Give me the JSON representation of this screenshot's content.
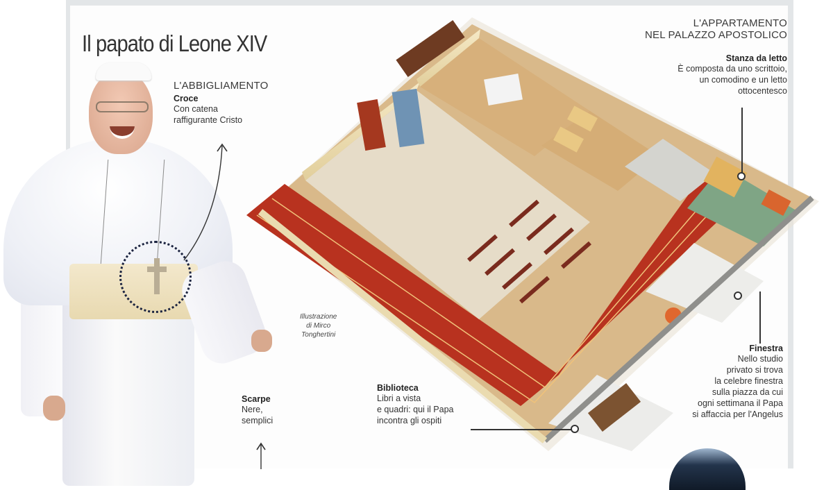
{
  "title": "Il papato di Leone XIV",
  "attire": {
    "heading": "L'ABBIGLIAMENTO",
    "cross": {
      "label": "Croce",
      "lines": [
        "Con catena",
        "raffigurante Cristo"
      ]
    },
    "shoes": {
      "label": "Scarpe",
      "lines": [
        "Nere,",
        "semplici"
      ]
    }
  },
  "apartment": {
    "heading_lines": [
      "L'APPARTAMENTO",
      "NEL PALAZZO APOSTOLICO"
    ],
    "bedroom": {
      "label": "Stanza da letto",
      "lines": [
        "È composta da uno scrittoio,",
        "un comodino e un letto",
        "ottocentesco"
      ]
    },
    "window": {
      "label": "Finestra",
      "lines": [
        "Nello studio",
        "privato si trova",
        "la celebre finestra",
        "sulla piazza da cui",
        "ogni settimana il Papa",
        "si affaccia per l'Angelus"
      ]
    },
    "library": {
      "label": "Biblioteca",
      "lines": [
        "Libri a vista",
        "e quadri: qui il Papa",
        "incontra gli ospiti"
      ]
    }
  },
  "credit_lines": [
    "Illustrazione",
    "di Mirco",
    "Tonghertini"
  ],
  "colors": {
    "carpet_red": "#b8321f",
    "wall_cream": "#efe0b4",
    "floor_tan": "#d9b98a",
    "bedroom_green": "#7fa585",
    "panel_border": "#e3e6e8",
    "marker_circle": "#1c2440"
  }
}
